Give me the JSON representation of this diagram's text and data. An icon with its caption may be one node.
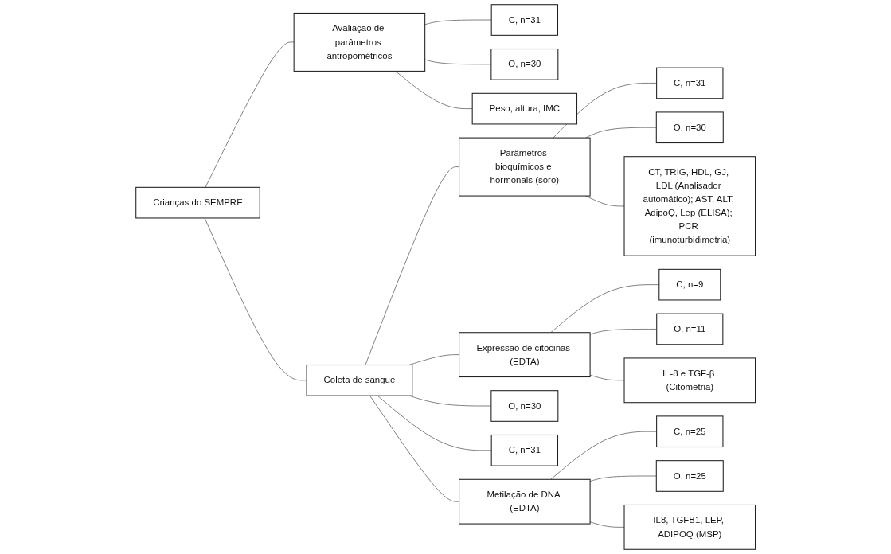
{
  "diagram": {
    "nodes": [
      {
        "text": [
          "Crianças do SEMPRE"
        ]
      },
      {
        "text": [
          "Avaliação de parâmetros antropométricos"
        ]
      },
      {
        "text": [
          "C, n=31"
        ]
      },
      {
        "text": [
          "O, n=30"
        ]
      },
      {
        "text": [
          "Peso, altura, IMC"
        ]
      },
      {
        "text": [
          "Parâmetros bioquímicos e hormonais (soro)"
        ]
      },
      {
        "text": [
          "C, n=31"
        ]
      },
      {
        "text": [
          "O, n=30"
        ]
      },
      {
        "text": [
          "CT, TRIG, HDL, GJ, LDL (Analisador automático); AST, ALT, AdipoQ, Lep (ELISA); PCR (imunoturbidimetria)"
        ]
      },
      {
        "text": [
          "Coleta de sangue"
        ]
      },
      {
        "text": [
          "Expressão de citocinas (EDTA)"
        ]
      },
      {
        "text": [
          "C, n=9"
        ]
      },
      {
        "text": [
          "O, n=11"
        ]
      },
      {
        "text": [
          "IL-8 e TGF-β (Citometria)"
        ]
      },
      {
        "text": [
          "O, n=30"
        ]
      },
      {
        "text": [
          "C, n=31"
        ]
      },
      {
        "text": [
          "Metilação de DNA (EDTA)"
        ]
      },
      {
        "text": [
          "C, n=25"
        ]
      },
      {
        "text": [
          "O, n=25"
        ]
      },
      {
        "text": [
          "IL8, TGFB1, LEP, ADIPOQ (MSP)"
        ]
      }
    ],
    "edges": [
      {
        "from": 0,
        "to": 1,
        "arrow": "none"
      },
      {
        "from": 0,
        "to": 9,
        "arrow": "none"
      },
      {
        "from": 1,
        "to": 2,
        "arrow": "none"
      },
      {
        "from": 1,
        "to": 3,
        "arrow": "none"
      },
      {
        "from": 1,
        "to": 4,
        "arrow": "none"
      },
      {
        "from": 9,
        "to": 14,
        "arrow": "none"
      },
      {
        "from": 9,
        "to": 15,
        "arrow": "none"
      },
      {
        "from": 9,
        "to": 5,
        "arrow": "none"
      },
      {
        "from": 9,
        "to": 10,
        "arrow": "none"
      },
      {
        "from": 9,
        "to": 16,
        "arrow": "none"
      },
      {
        "from": 5,
        "to": 6,
        "arrow": "none"
      },
      {
        "from": 5,
        "to": 7,
        "arrow": "none"
      },
      {
        "from": 5,
        "to": 8,
        "arrow": "none"
      },
      {
        "from": 10,
        "to": 11,
        "arrow": "none"
      },
      {
        "from": 10,
        "to": 12,
        "arrow": "none"
      },
      {
        "from": 10,
        "to": 13,
        "arrow": "none"
      },
      {
        "from": 16,
        "to": 17,
        "arrow": "none"
      },
      {
        "from": 16,
        "to": 18,
        "arrow": "none"
      },
      {
        "from": 16,
        "to": 19,
        "arrow": "none"
      }
    ]
  }
}
